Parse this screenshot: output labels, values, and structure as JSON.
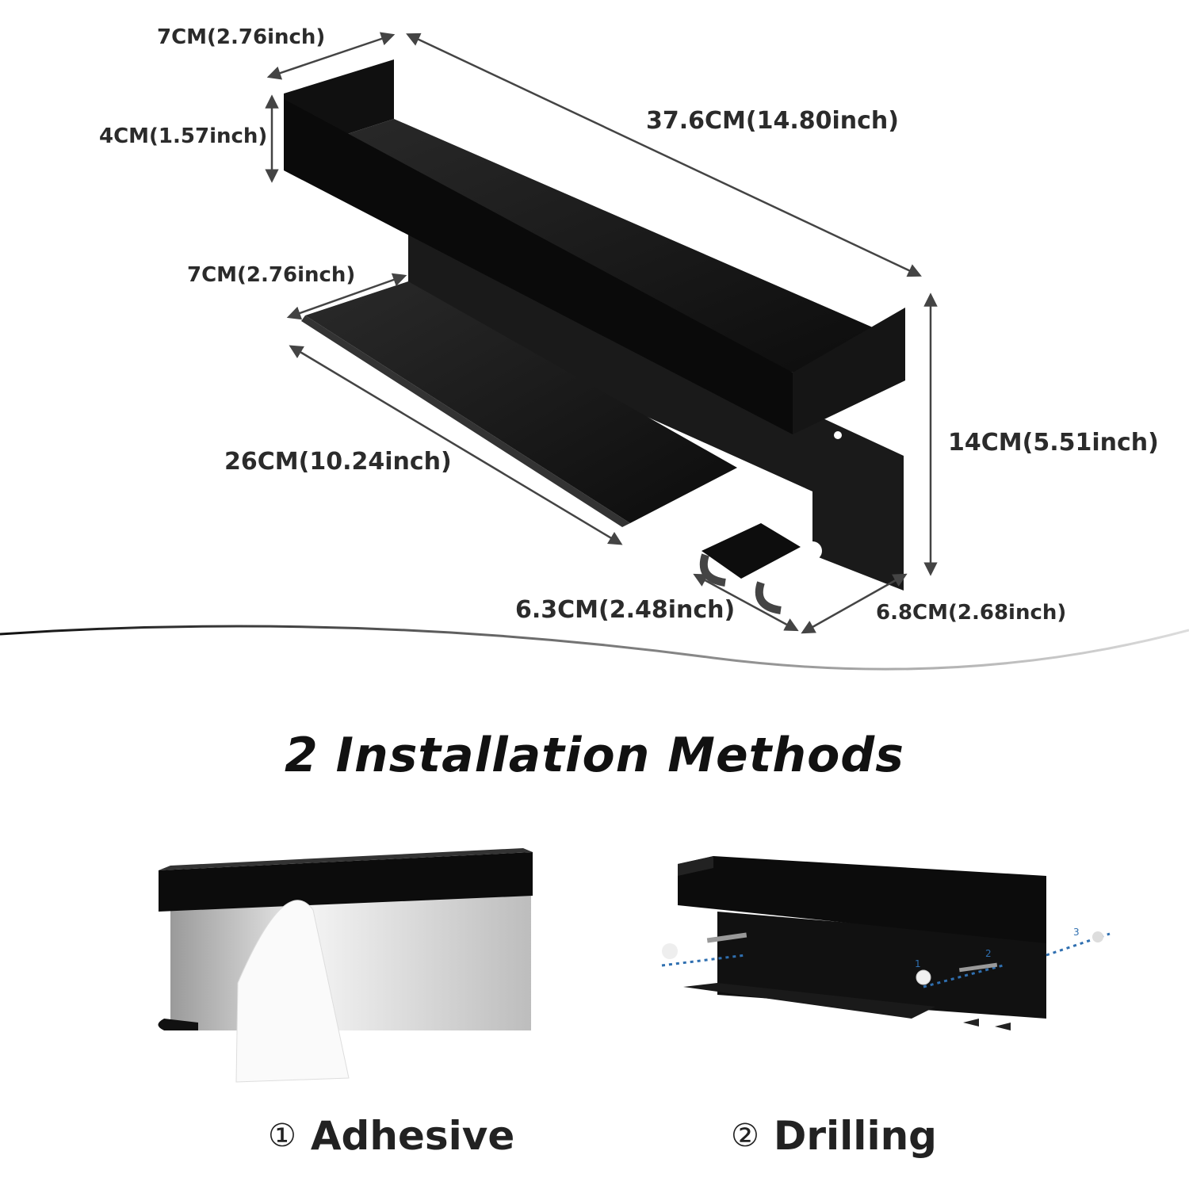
{
  "dimensions": {
    "top_depth": "7CM(2.76inch)",
    "top_height": "4CM(1.57inch)",
    "top_length": "37.6CM(14.80inch)",
    "bottom_depth": "7CM(2.76inch)",
    "bottom_length": "26CM(10.24inch)",
    "total_height": "14CM(5.51inch)",
    "hook_depth": "6.3CM(2.48inch)",
    "hook_width": "6.8CM(2.68inch)"
  },
  "title": "2 Installation Methods",
  "methods": [
    {
      "number": "①",
      "label": "Adhesive"
    },
    {
      "number": "②",
      "label": "Drilling"
    }
  ],
  "drill_steps": [
    "1",
    "2",
    "3"
  ],
  "colors": {
    "product": "#111111",
    "dimension_line": "#444444",
    "steps": "#2f6fb0",
    "text": "#222222"
  }
}
